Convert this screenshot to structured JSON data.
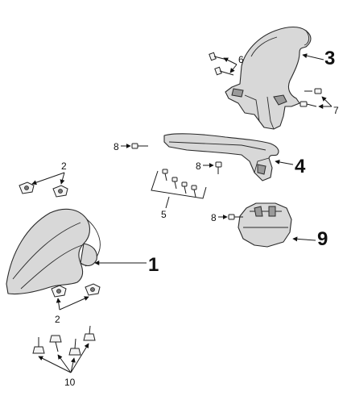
{
  "callouts": {
    "c1": "1",
    "c2_top": "2",
    "c2_bottom": "2",
    "c3": "3",
    "c4": "4",
    "c5": "5",
    "c6": "6",
    "c7": "7",
    "c8_a": "8",
    "c8_b": "8",
    "c8_c": "8",
    "c9": "9",
    "c10": "10"
  },
  "colors": {
    "part_fill": "#d8d8d8",
    "outline": "#2a2a2a",
    "background": "#ffffff"
  }
}
